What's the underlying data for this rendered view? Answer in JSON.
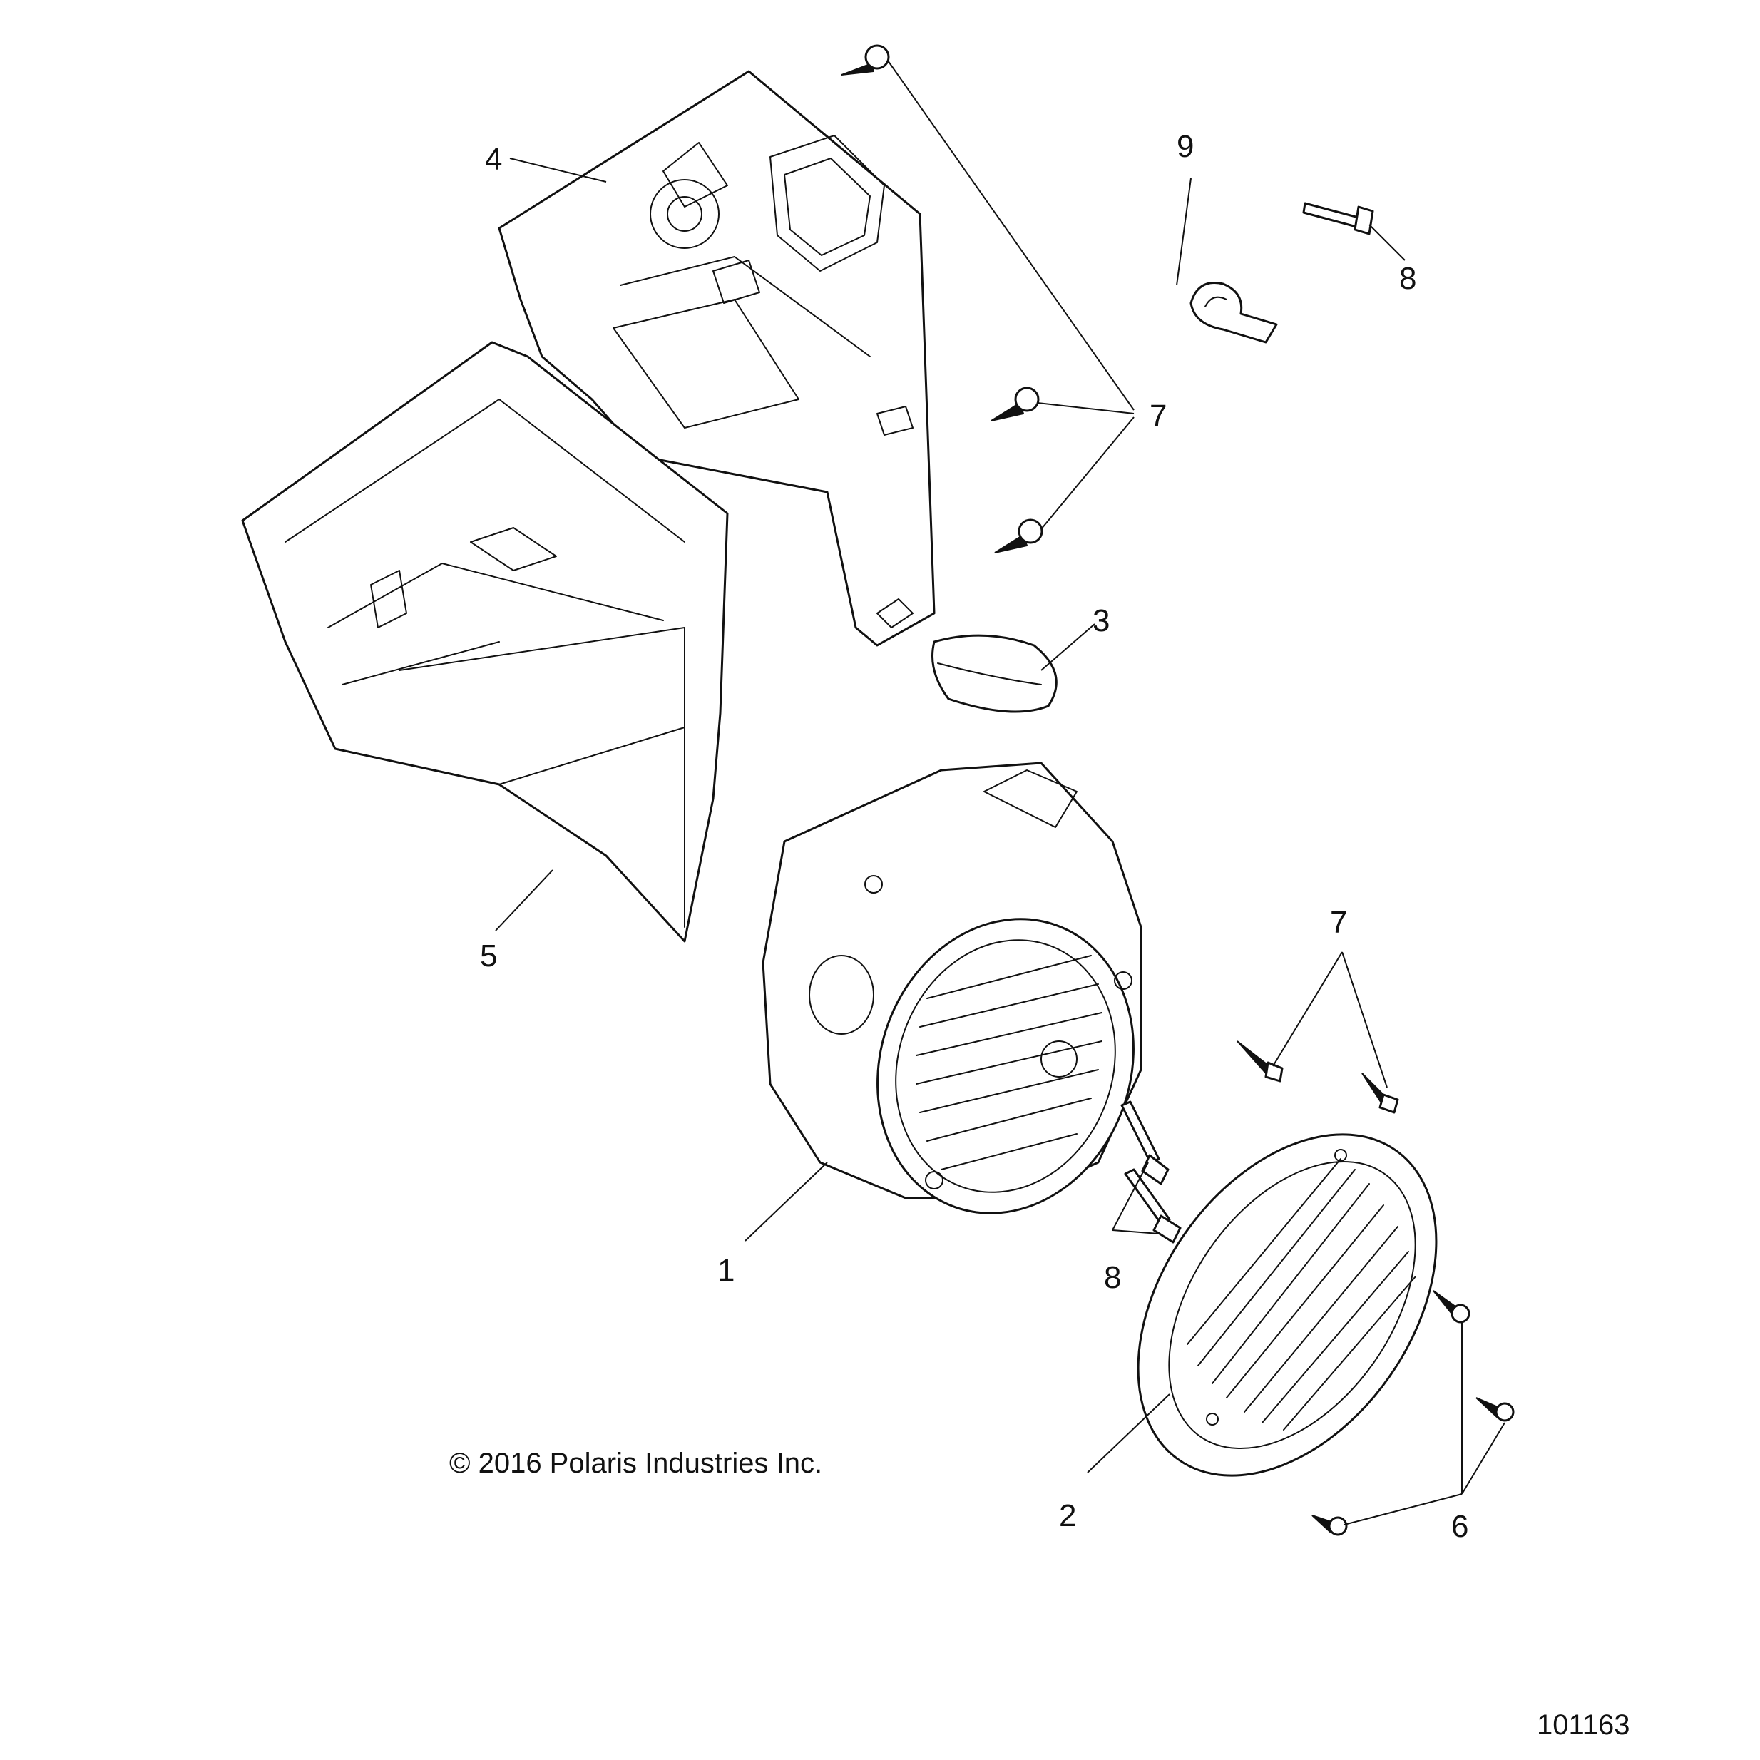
{
  "callouts": {
    "c1": "1",
    "c2": "2",
    "c3": "3",
    "c4": "4",
    "c5": "5",
    "c6": "6",
    "c7_upper": "7",
    "c7_lower": "7",
    "c8_upper": "8",
    "c8_lower": "8",
    "c9": "9"
  },
  "copyright": "© 2016 Polaris Industries Inc.",
  "figure_id": "101163"
}
